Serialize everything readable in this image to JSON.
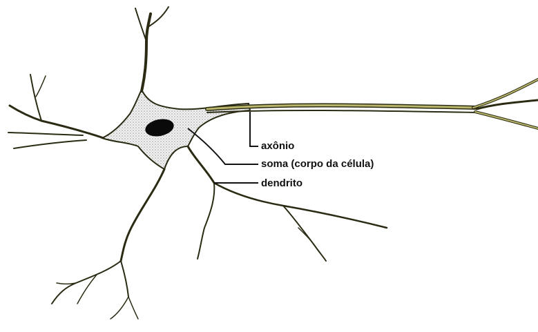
{
  "labels": {
    "axon": "axônio",
    "soma": "soma (corpo da célula)",
    "dendrite": "dendrito"
  },
  "colors": {
    "outline": "#2b2b14",
    "fill_olive": "#b8b46a",
    "soma_fill": "#e2e2e2",
    "nucleus": "#0a0a0a",
    "leader": "#111111",
    "background": "#ffffff"
  }
}
